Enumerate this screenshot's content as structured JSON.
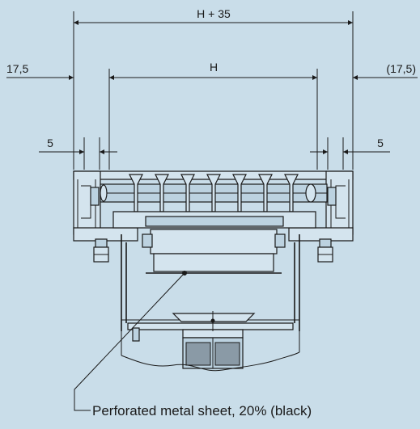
{
  "dimensions": {
    "overall_width": "H + 35",
    "inner_width": "H",
    "left_offset": "17,5",
    "right_offset": "(17,5)",
    "left_gap": "5",
    "right_gap": "5"
  },
  "callout": {
    "label": "Perforated metal sheet, 20% (black)"
  },
  "colors": {
    "background": "#c9dde9",
    "line": "#1a1a1a"
  }
}
